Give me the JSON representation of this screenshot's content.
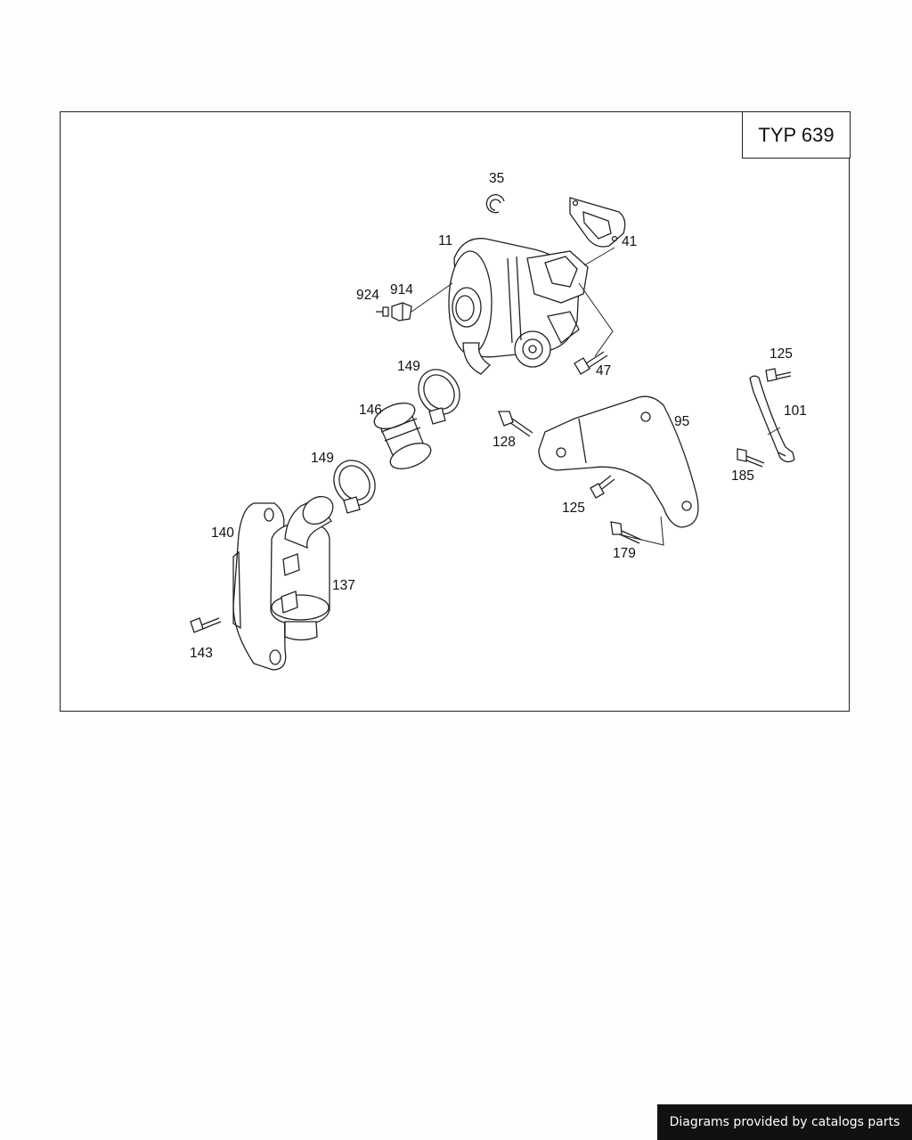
{
  "diagram": {
    "type_label": "TYP 639",
    "callouts": [
      "35",
      "11",
      "41",
      "924",
      "914",
      "149",
      "47",
      "146",
      "128",
      "95",
      "125",
      "101",
      "149",
      "140",
      "125",
      "185",
      "137",
      "179",
      "143"
    ]
  },
  "footer": {
    "text": "Diagrams provided by catalogs parts"
  }
}
